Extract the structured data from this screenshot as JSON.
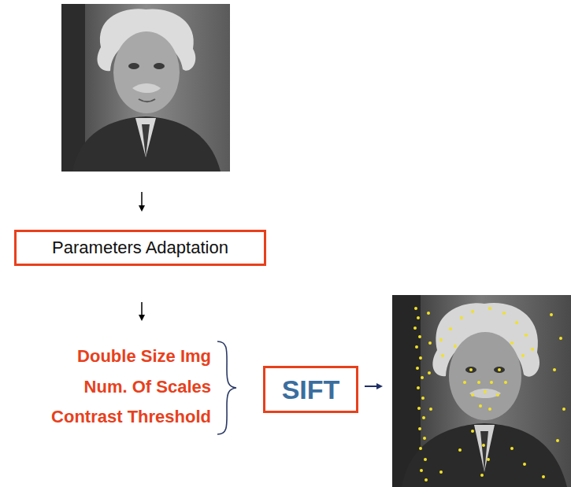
{
  "diagram": {
    "nodes": [
      {
        "text": [
          "Parameters Adaptation"
        ]
      },
      {
        "text": [
          "SIFT"
        ]
      }
    ],
    "labels": [
      "Double Size Img",
      "Num. Of Scales",
      "Contrast Threshold"
    ]
  }
}
